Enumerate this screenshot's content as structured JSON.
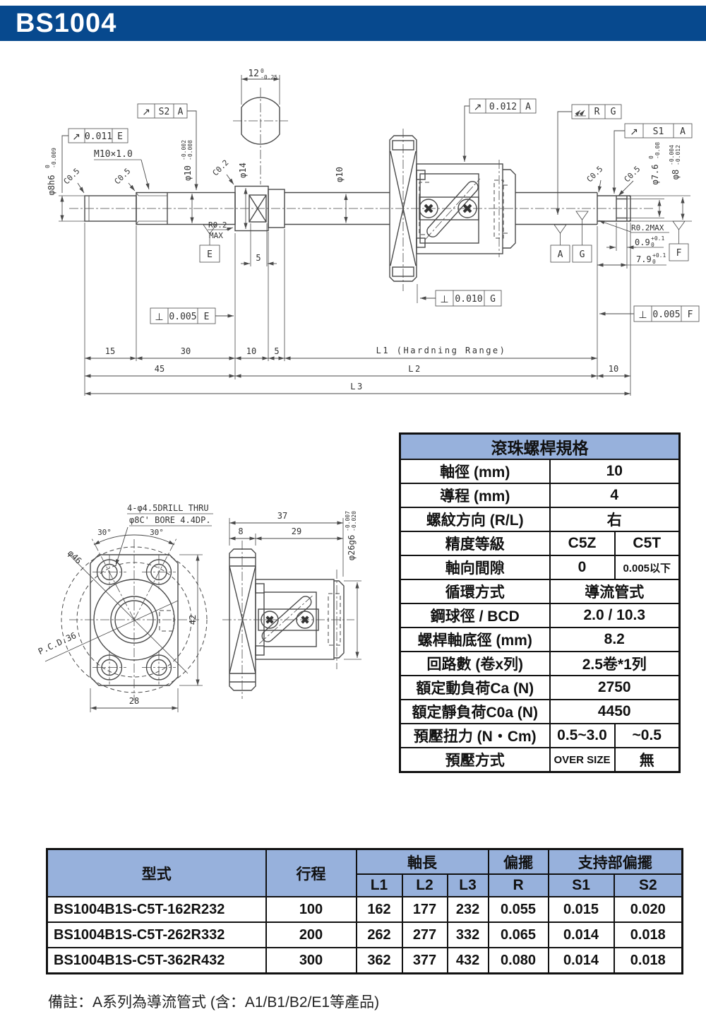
{
  "title": "BS1004",
  "note": "備註：A系列為導流管式  (含：A1/B1/B2/E1等產品)",
  "colors": {
    "title_bar": "#07498e",
    "table_header": "#97b1dc",
    "line": "#4a4a4a"
  },
  "spec_table": {
    "title": "滾珠螺桿規格",
    "rows": [
      {
        "label": "軸徑 (mm)",
        "value": "10"
      },
      {
        "label": "導程 (mm)",
        "value": "4"
      },
      {
        "label": "螺紋方向 (R/L)",
        "value": "右"
      },
      {
        "label": "精度等級",
        "v1": "C5Z",
        "v2": "C5T"
      },
      {
        "label": "軸向間隙",
        "v1": "0",
        "v2": "0.005以下"
      },
      {
        "label": "循環方式",
        "value": "導流管式"
      },
      {
        "label": "鋼球徑 / BCD",
        "value": "2.0 / 10.3"
      },
      {
        "label": "螺桿軸底徑 (mm)",
        "value": "8.2"
      },
      {
        "label": "回路數 (卷x列)",
        "value": "2.5卷*1列"
      },
      {
        "label": "額定動負荷Ca (N)",
        "value": "2750"
      },
      {
        "label": "額定靜負荷C0a (N)",
        "value": "4450"
      },
      {
        "label": "預壓扭力 (N・Cm)",
        "v1": "0.5~3.0",
        "v2": "~0.5"
      },
      {
        "label": "預壓方式",
        "v1": "OVER SIZE",
        "v2": "無"
      }
    ]
  },
  "model_table": {
    "h_model": "型式",
    "h_stroke": "行程",
    "h_shaft": "軸長",
    "h_runout": "偏擺",
    "h_support": "支持部偏擺",
    "sub": [
      "L1",
      "L2",
      "L3",
      "R",
      "S1",
      "S2"
    ],
    "rows": [
      [
        "BS1004B1S-C5T-162R232",
        "100",
        "162",
        "177",
        "232",
        "0.055",
        "0.015",
        "0.020"
      ],
      [
        "BS1004B1S-C5T-262R332",
        "200",
        "262",
        "277",
        "332",
        "0.065",
        "0.014",
        "0.018"
      ],
      [
        "BS1004B1S-C5T-362R432",
        "300",
        "362",
        "377",
        "432",
        "0.080",
        "0.014",
        "0.018"
      ]
    ]
  },
  "md": {
    "dim12": "12",
    "dim12u": "0",
    "dim12d": "-0.25",
    "runout": "↗",
    "perp": "⊥",
    "s2": "S2",
    "s1": "S1",
    "r": "R",
    "g": "G",
    "dA": "A",
    "dE": "E",
    "dG": "G",
    "dF": "F",
    "v011": "0.011",
    "v012": "0.012",
    "v005": "0.005",
    "v010": "0.010",
    "phi8": "φ8h6",
    "phi8u": "0",
    "phi8d": "-0.009",
    "m10": "M10×1.0",
    "c05": "C0.5",
    "c02": "C0.2",
    "phi10t": "φ10",
    "phi10tu": "-0.002",
    "phi10td": "-0.008",
    "phi14": "φ14",
    "phi10": "φ10",
    "phi76": "φ7.6",
    "phi76u": "0",
    "phi76d": "-0.08",
    "phi8r": "φ8",
    "phi8ru": "-0.004",
    "phi8rd": "-0.012",
    "r02a": "R0.2",
    "r02b": "MAX",
    "r02c": "R0.2MAX",
    "d09": "0.9",
    "d09u": "+0.1",
    "d09d": "0",
    "d79": "7.9",
    "d79u": "+0.1",
    "d79d": "0",
    "d15": "15",
    "d30": "30",
    "d10": "10",
    "d5": "5",
    "d5b": "5",
    "dl1": "L1 (Hardning Range)",
    "d45": "45",
    "dl2": "L2",
    "d10b": "10",
    "dl3": "L3"
  },
  "fd": {
    "drill": "4-φ4.5DRILL THRU",
    "cbore": "φ8C' BORE 4.4DP.",
    "a30": "30°",
    "phi46": "φ46",
    "pcd": "P.C.D.36",
    "d42": "42",
    "d28": "28",
    "d37": "37",
    "d8": "8",
    "d29": "29",
    "phi26": "φ26g6",
    "phi26u": "-0.007",
    "phi26d": "-0.020"
  }
}
